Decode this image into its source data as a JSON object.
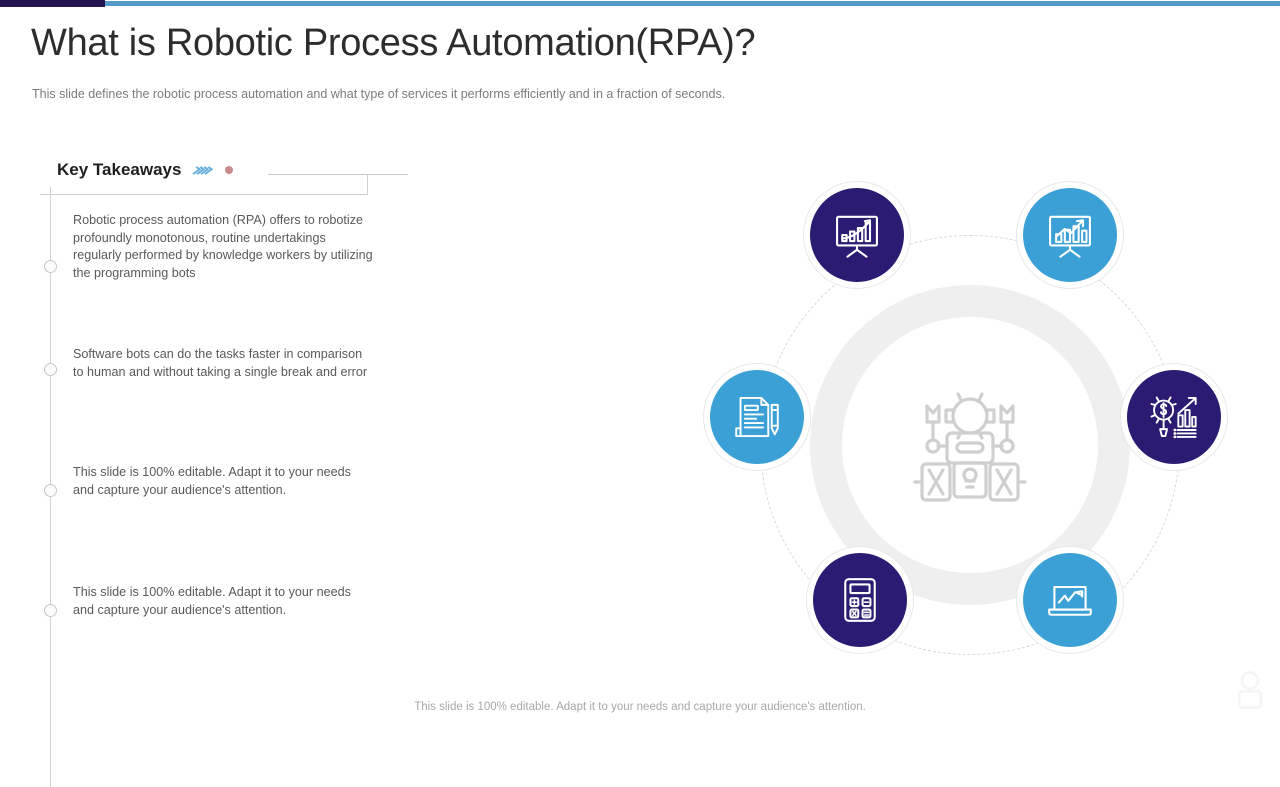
{
  "theme": {
    "accent_dark": "#231451",
    "accent_blue": "#539ac8",
    "node_dark": "#2b1b72",
    "node_light": "#3ba0d6",
    "text_body": "#595959",
    "dot_rose": "#c98b8b"
  },
  "header": {
    "title": "What is Robotic Process Automation(RPA)?",
    "subtitle": "This slide defines the robotic process automation and what type of services it performs efficiently and in a fraction of seconds."
  },
  "key_takeaways": {
    "heading": "Key Takeaways",
    "chevron_icon": "chevrons-right-icon",
    "dot_icon": "bullet-dot-icon",
    "items": [
      {
        "text": "Robotic process automation (RPA) offers to robotize profoundly monotonous, routine undertakings regularly performed by knowledge workers by  utilizing the programming bots"
      },
      {
        "text": "Software bots can do the tasks faster in comparison to human and without taking a single break and error"
      },
      {
        "text": "This slide is 100% editable. Adapt it to your needs and capture your audience's attention."
      },
      {
        "text": "This slide is 100% editable. Adapt it to your needs and capture your audience's attention."
      }
    ]
  },
  "diagram": {
    "center": {
      "icon": "robot-icon",
      "color": "#cfcfcf"
    },
    "nodes": [
      {
        "position": "top-left",
        "icon": "presentation-growth-chart-icon",
        "color": "#2b1b72"
      },
      {
        "position": "top-right",
        "icon": "presentation-bar-chart-icon",
        "color": "#3ba0d6"
      },
      {
        "position": "right",
        "icon": "finance-analysis-icon",
        "color": "#2b1b72"
      },
      {
        "position": "bottom-right",
        "icon": "laptop-line-chart-icon",
        "color": "#3ba0d6"
      },
      {
        "position": "bottom-left",
        "icon": "calculator-icon",
        "color": "#2b1b72"
      },
      {
        "position": "left",
        "icon": "document-pen-icon",
        "color": "#3ba0d6"
      }
    ]
  },
  "footer": {
    "text": "This slide is 100% editable. Adapt it to your needs and capture your audience's attention."
  }
}
